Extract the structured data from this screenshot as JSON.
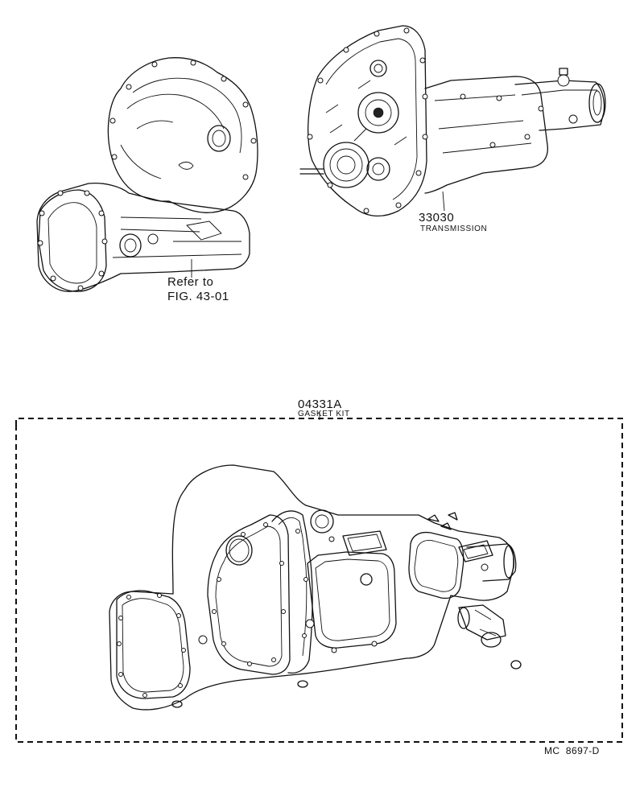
{
  "diagram": {
    "labels": {
      "refer_line1": "Refer to",
      "refer_line2": "FIG. 43-01",
      "transmission_number": "33030",
      "transmission_name": "TRANSMISSION",
      "gasket_kit_number": "04331A",
      "gasket_kit_name": "GASKET KIT",
      "figure_code": "MC  8697-D"
    }
  }
}
